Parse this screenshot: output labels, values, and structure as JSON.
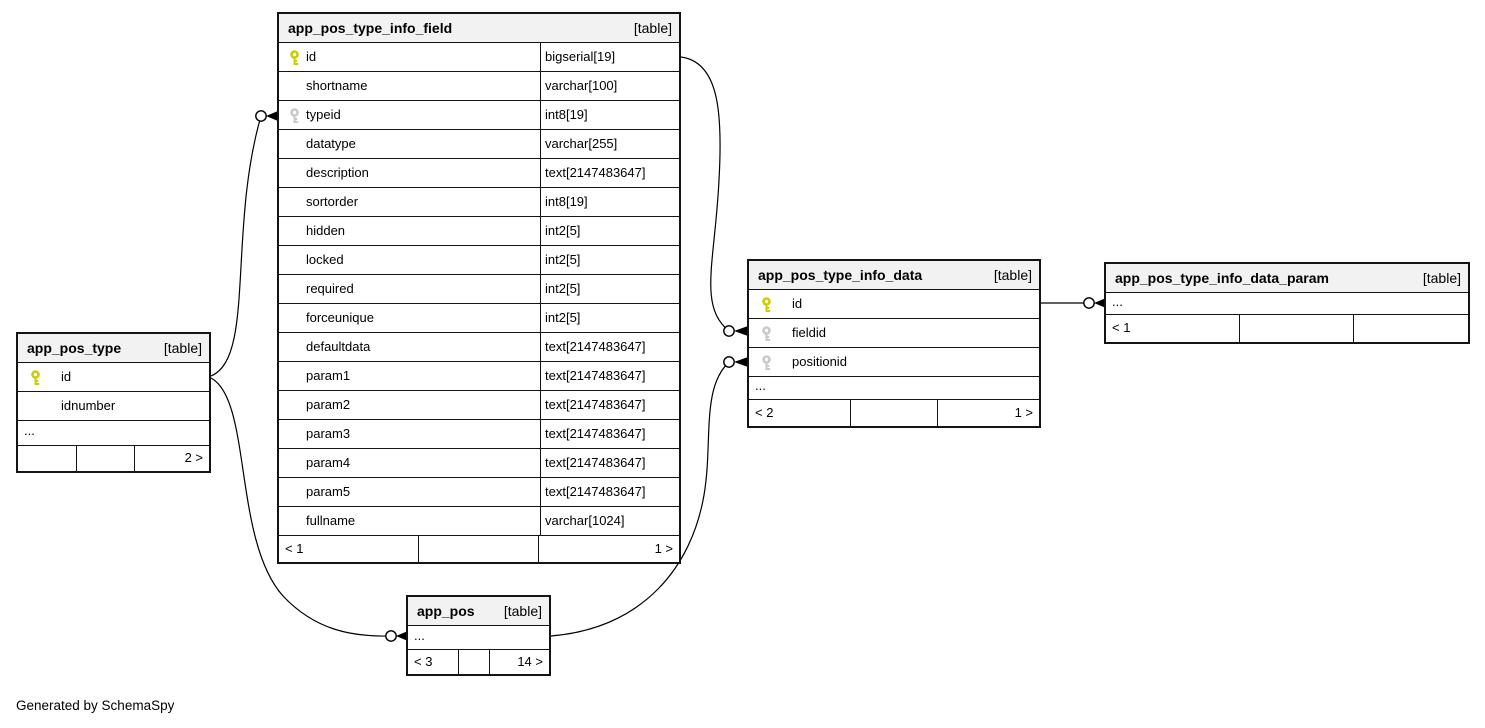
{
  "credit": "Generated by SchemaSpy",
  "colors": {
    "primary_key": "#cccc00",
    "foreign_key": "#c9c9c9",
    "header_bg": "#f2f2f2",
    "border": "#141414",
    "relationship_line": "#000000"
  },
  "tables": {
    "field": {
      "name": "app_pos_type_info_field",
      "tag": "[table]",
      "columns": [
        {
          "name": "id",
          "type": "bigserial[19]",
          "key": "pk"
        },
        {
          "name": "shortname",
          "type": "varchar[100]",
          "key": ""
        },
        {
          "name": "typeid",
          "type": "int8[19]",
          "key": "fk"
        },
        {
          "name": "datatype",
          "type": "varchar[255]",
          "key": ""
        },
        {
          "name": "description",
          "type": "text[2147483647]",
          "key": ""
        },
        {
          "name": "sortorder",
          "type": "int8[19]",
          "key": ""
        },
        {
          "name": "hidden",
          "type": "int2[5]",
          "key": ""
        },
        {
          "name": "locked",
          "type": "int2[5]",
          "key": ""
        },
        {
          "name": "required",
          "type": "int2[5]",
          "key": ""
        },
        {
          "name": "forceunique",
          "type": "int2[5]",
          "key": ""
        },
        {
          "name": "defaultdata",
          "type": "text[2147483647]",
          "key": ""
        },
        {
          "name": "param1",
          "type": "text[2147483647]",
          "key": ""
        },
        {
          "name": "param2",
          "type": "text[2147483647]",
          "key": ""
        },
        {
          "name": "param3",
          "type": "text[2147483647]",
          "key": ""
        },
        {
          "name": "param4",
          "type": "text[2147483647]",
          "key": ""
        },
        {
          "name": "param5",
          "type": "text[2147483647]",
          "key": ""
        },
        {
          "name": "fullname",
          "type": "varchar[1024]",
          "key": ""
        }
      ],
      "footer": {
        "left": "< 1",
        "mid": "",
        "right": "1 >"
      }
    },
    "pos_type": {
      "name": "app_pos_type",
      "tag": "[table]",
      "columns": [
        {
          "name": "id",
          "key": "pk"
        },
        {
          "name": "idnumber",
          "key": ""
        }
      ],
      "more": "...",
      "footer": {
        "left": "",
        "mid": "",
        "right": "2 >"
      }
    },
    "info_data": {
      "name": "app_pos_type_info_data",
      "tag": "[table]",
      "columns": [
        {
          "name": "id",
          "key": "pk"
        },
        {
          "name": "fieldid",
          "key": "fk"
        },
        {
          "name": "positionid",
          "key": "fk"
        }
      ],
      "more": "...",
      "footer": {
        "left": "< 2",
        "mid": "",
        "right": "1 >"
      }
    },
    "data_param": {
      "name": "app_pos_type_info_data_param",
      "tag": "[table]",
      "more": "...",
      "footer": {
        "left": "< 1",
        "mid": "",
        "right": ""
      }
    },
    "app_pos": {
      "name": "app_pos",
      "tag": "[table]",
      "more": "...",
      "footer": {
        "left": "< 3",
        "mid": "",
        "right": "14 >"
      }
    }
  }
}
